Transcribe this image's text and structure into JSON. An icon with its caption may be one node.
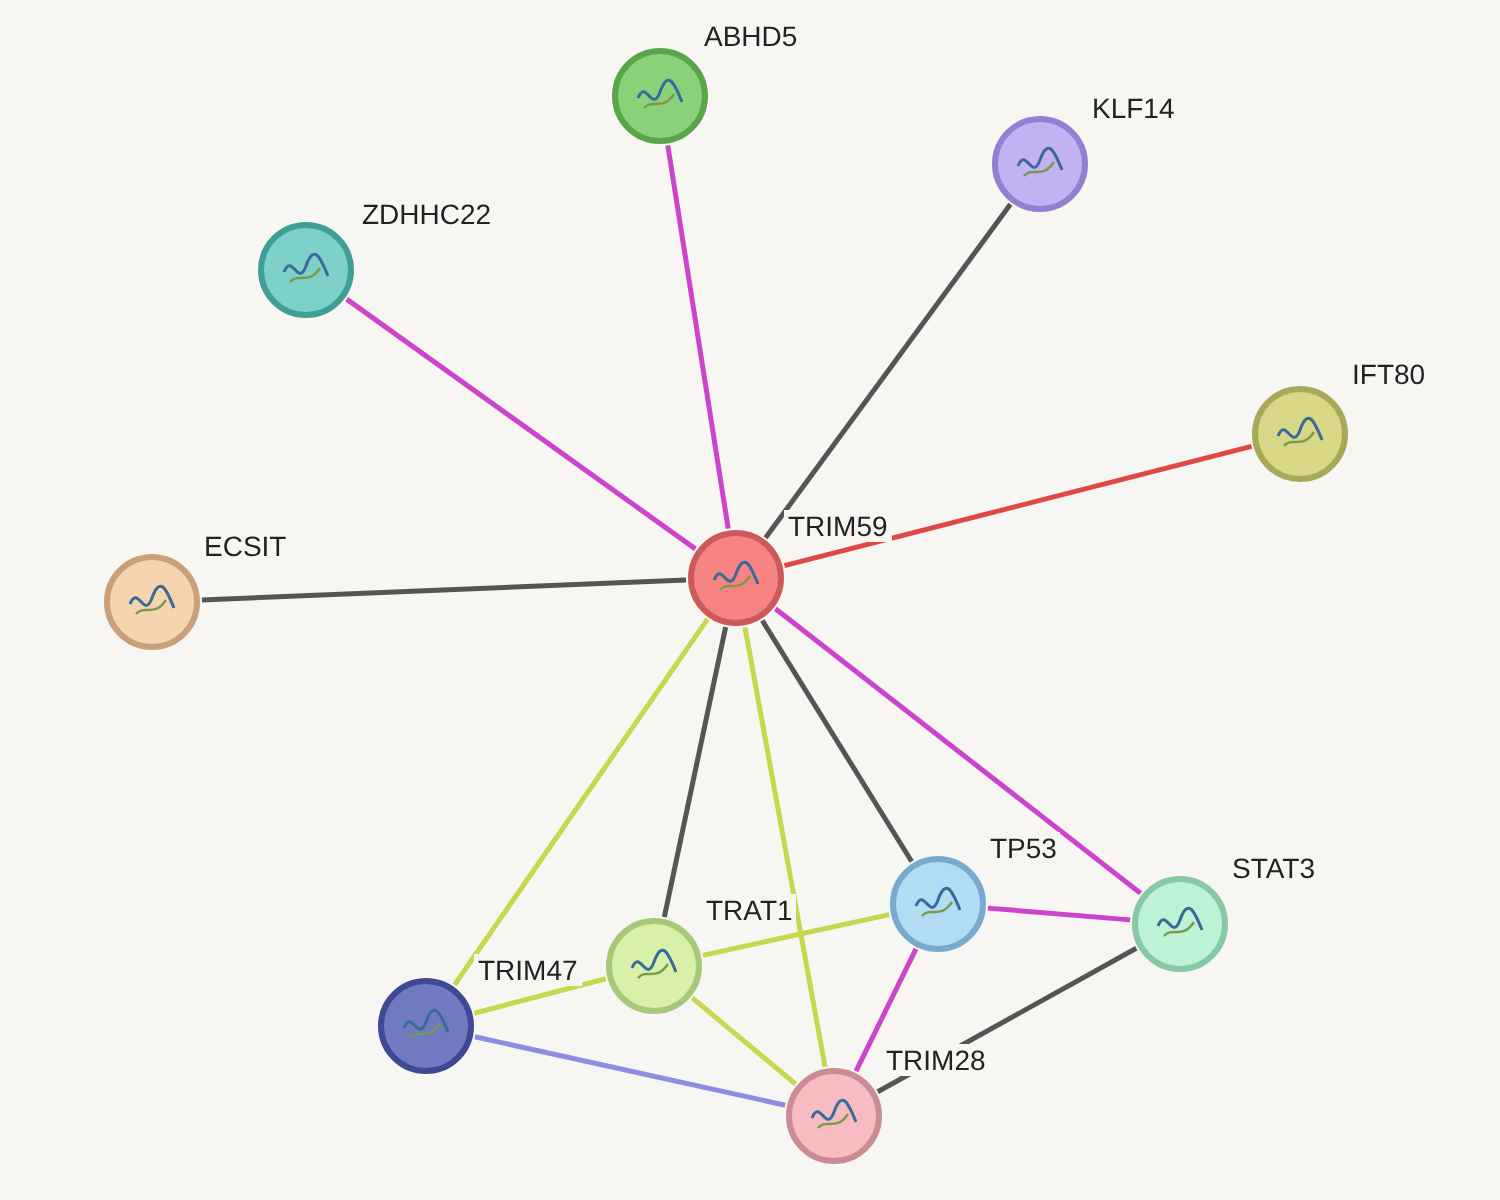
{
  "diagram": {
    "nodes": [
      {
        "text": [
          "ABHD5"
        ]
      },
      {
        "text": [
          "KLF14"
        ]
      },
      {
        "text": [
          "ZDHHC22"
        ]
      },
      {
        "text": [
          "IFT80"
        ]
      },
      {
        "text": [
          "ECSIT"
        ]
      },
      {
        "text": [
          "TRIM59"
        ]
      },
      {
        "text": [
          "TP53"
        ]
      },
      {
        "text": [
          "STAT3"
        ]
      },
      {
        "text": [
          "TRAT1"
        ]
      },
      {
        "text": [
          "TRIM47"
        ]
      },
      {
        "text": [
          "TRIM28"
        ]
      }
    ],
    "edges": [
      {
        "from": 5,
        "to": 0,
        "arrow": "none",
        "color": "#cc44cc"
      },
      {
        "from": 5,
        "to": 1,
        "arrow": "none",
        "color": "#555555"
      },
      {
        "from": 5,
        "to": 2,
        "arrow": "none",
        "color": "#cc44cc"
      },
      {
        "from": 5,
        "to": 3,
        "arrow": "none",
        "color": "#e04848"
      },
      {
        "from": 5,
        "to": 4,
        "arrow": "none",
        "color": "#555555"
      },
      {
        "from": 5,
        "to": 9,
        "arrow": "none",
        "color": "#c5d84e"
      },
      {
        "from": 5,
        "to": 8,
        "arrow": "none",
        "color": "#555555"
      },
      {
        "from": 5,
        "to": 10,
        "arrow": "none",
        "color": "#c5d84e"
      },
      {
        "from": 5,
        "to": 6,
        "arrow": "none",
        "color": "#555555"
      },
      {
        "from": 5,
        "to": 7,
        "arrow": "none",
        "color": "#cc44cc"
      },
      {
        "from": 6,
        "to": 7,
        "arrow": "none",
        "color": "#cc44cc"
      },
      {
        "from": 6,
        "to": 8,
        "arrow": "none",
        "color": "#c5d84e"
      },
      {
        "from": 6,
        "to": 10,
        "arrow": "none",
        "color": "#cc44cc"
      },
      {
        "from": 7,
        "to": 10,
        "arrow": "none",
        "color": "#555555"
      },
      {
        "from": 8,
        "to": 9,
        "arrow": "none",
        "color": "#c5d84e"
      },
      {
        "from": 8,
        "to": 10,
        "arrow": "none",
        "color": "#c5d84e"
      },
      {
        "from": 9,
        "to": 10,
        "arrow": "none",
        "color": "#8c8ce0"
      }
    ]
  }
}
